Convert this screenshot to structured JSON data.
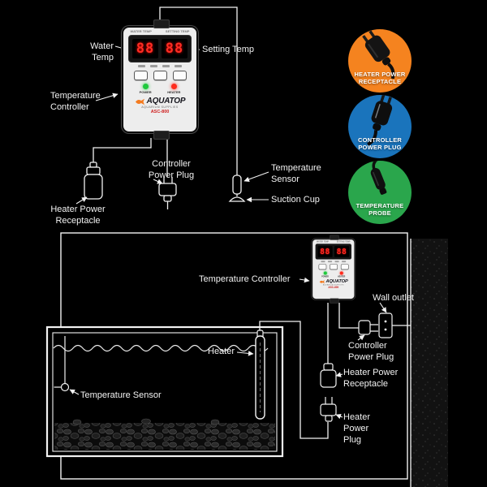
{
  "brand": {
    "name": "AQUATOP",
    "tagline": "AQUARIUM SUPPLIES",
    "model": "ASC-800"
  },
  "device": {
    "face_label_left": "WATER TEMP",
    "face_label_right": "SETTING TEMP",
    "water_temp_value": "88",
    "set_temp_value": "88",
    "power_label": "POWER",
    "heater_label": "HEATER"
  },
  "top_labels": {
    "water_temp": "Water Temp",
    "setting_temp": "Setting Temp",
    "temperature_controller": "Temperature Controller",
    "controller_power_plug": "Controller Power Plug",
    "heater_power_receptacle": "Heater Power Receptacle",
    "temperature_sensor": "Temperature Sensor",
    "suction_cup": "Suction Cup"
  },
  "badges": [
    {
      "label": "HEATER POWER RECEPTACLE",
      "color": "#f5831f"
    },
    {
      "label": "CONTROLLER POWER PLUG",
      "color": "#1a74bc"
    },
    {
      "label": "TEMPERATURE PROBE",
      "color": "#2aa64c"
    }
  ],
  "bottom_labels": {
    "temperature_controller": "Temperature Controller",
    "wall_outlet": "Wall outlet",
    "controller_power_plug": "Controller Power Plug",
    "heater_power_receptacle": "Heater Power Receptacle",
    "heater_power_plug": "Heater Power Plug",
    "heater": "Heater",
    "temperature_sensor": "Temperature Sensor"
  },
  "colors": {
    "background": "#000000",
    "line": "#f2f2f2",
    "led_digits": "#ff2d23",
    "logo_orange": "#f47b20"
  },
  "icons": {
    "fish-icon": "orange fish logo mark",
    "power-led": "green dot",
    "heater-led": "red dot",
    "heater-plug-photo-icon": "dark power plug silhouette",
    "controller-plug-photo-icon": "dark power plug silhouette",
    "temperature-probe-photo-icon": "dark probe silhouette",
    "receptacle-icon": "white outline receptacle",
    "plug-icon": "white outline plug with prongs",
    "probe-icon": "white outline probe with suction cup",
    "wall-outlet-icon": "white outline outlet",
    "heater-icon": "white outline heater tube",
    "sensor-icon": "white outline sensor dot"
  }
}
